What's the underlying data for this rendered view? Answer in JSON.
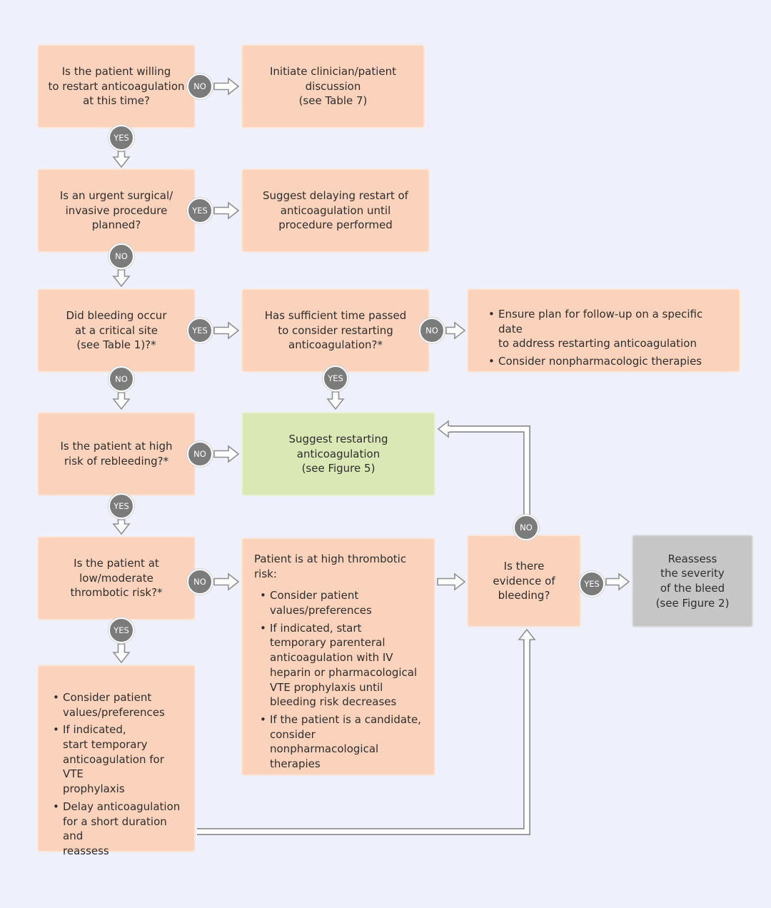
{
  "nodes": {
    "q_restart": "Is the patient willing\nto restart anticoagulation\nat this time?",
    "initiate_discussion": "Initiate clinician/patient\ndiscussion\n(see Table 7)",
    "q_urgent_procedure": "Is an urgent surgical/\ninvasive procedure\nplanned?",
    "delay_restart": "Suggest delaying restart of\nanticoagulation until\nprocedure performed",
    "q_critical_site": "Did bleeding occur\nat a critical site\n(see Table 1)?*",
    "q_sufficient_time": "Has sufficient time passed\nto consider restarting\nanticoagulation?*",
    "followup_items": [
      "Ensure plan for follow-up on a specific date\nto address restarting anticoagulation",
      "Consider nonpharmacologic therapies"
    ],
    "q_high_rebleed": "Is the patient at high\nrisk of rebleeding?*",
    "suggest_restart": "Suggest restarting\nanticoagulation\n(see Figure 5)",
    "q_low_moderate": "Is the patient at\nlow/moderate\nthrombotic risk?*",
    "high_risk_heading": "Patient is at high thrombotic risk:",
    "high_risk_items": [
      "Consider patient\nvalues/preferences",
      "If indicated, start\ntemporary parenteral\nanticoagulation with IV\nheparin or pharmacological\nVTE prophylaxis until\nbleeding risk decreases",
      "If the patient is a candidate,\nconsider nonpharmacological\ntherapies"
    ],
    "q_evidence_bleeding": "Is there\nevidence of\nbleeding?",
    "reassess": "Reassess\nthe severity\nof the bleed\n(see Figure 2)",
    "low_risk_items": [
      "Consider patient\nvalues/preferences",
      "If indicated,\nstart temporary\nanticoagulation for VTE\nprophylaxis",
      "Delay anticoagulation\nfor a short duration and\nreassess"
    ]
  },
  "labels": {
    "yes": "YES",
    "no": "NO"
  },
  "colors": {
    "background": "#eef1fb",
    "decision_box": "#fbd3bd",
    "restart_box": "#d9e8b5",
    "reassess_box": "#c6c6c6",
    "badge": "#7b7b7b"
  }
}
